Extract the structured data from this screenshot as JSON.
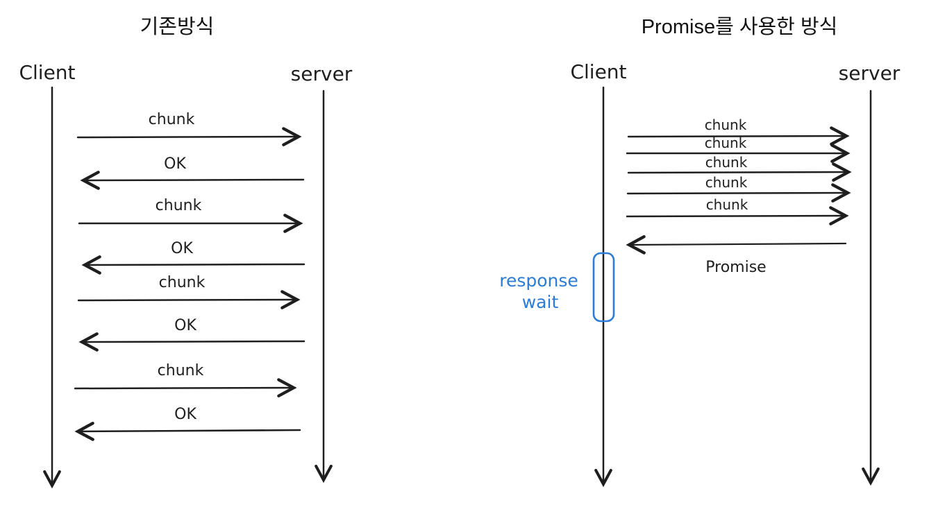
{
  "colors": {
    "ink": "#1e1e1e",
    "accent_blue": "#2b7cd9",
    "background": "#ffffff"
  },
  "left_diagram": {
    "title": "기존방식",
    "client_label": "Client",
    "server_label": "server",
    "messages": [
      {
        "label": "chunk",
        "from": "client",
        "to": "server"
      },
      {
        "label": "OK",
        "from": "server",
        "to": "client"
      },
      {
        "label": "chunk",
        "from": "client",
        "to": "server"
      },
      {
        "label": "OK",
        "from": "server",
        "to": "client"
      },
      {
        "label": "chunk",
        "from": "client",
        "to": "server"
      },
      {
        "label": "OK",
        "from": "server",
        "to": "client"
      },
      {
        "label": "chunk",
        "from": "client",
        "to": "server"
      },
      {
        "label": "OK",
        "from": "server",
        "to": "client"
      }
    ]
  },
  "right_diagram": {
    "title": "Promise를 사용한 방식",
    "client_label": "Client",
    "server_label": "server",
    "messages": [
      {
        "label": "chunk",
        "from": "client",
        "to": "server"
      },
      {
        "label": "chunk",
        "from": "client",
        "to": "server"
      },
      {
        "label": "chunk",
        "from": "client",
        "to": "server"
      },
      {
        "label": "chunk",
        "from": "client",
        "to": "server"
      },
      {
        "label": "chunk",
        "from": "client",
        "to": "server"
      },
      {
        "label": "Promise",
        "from": "server",
        "to": "client"
      }
    ],
    "annotation": {
      "line1": "response",
      "line2": "wait"
    }
  }
}
